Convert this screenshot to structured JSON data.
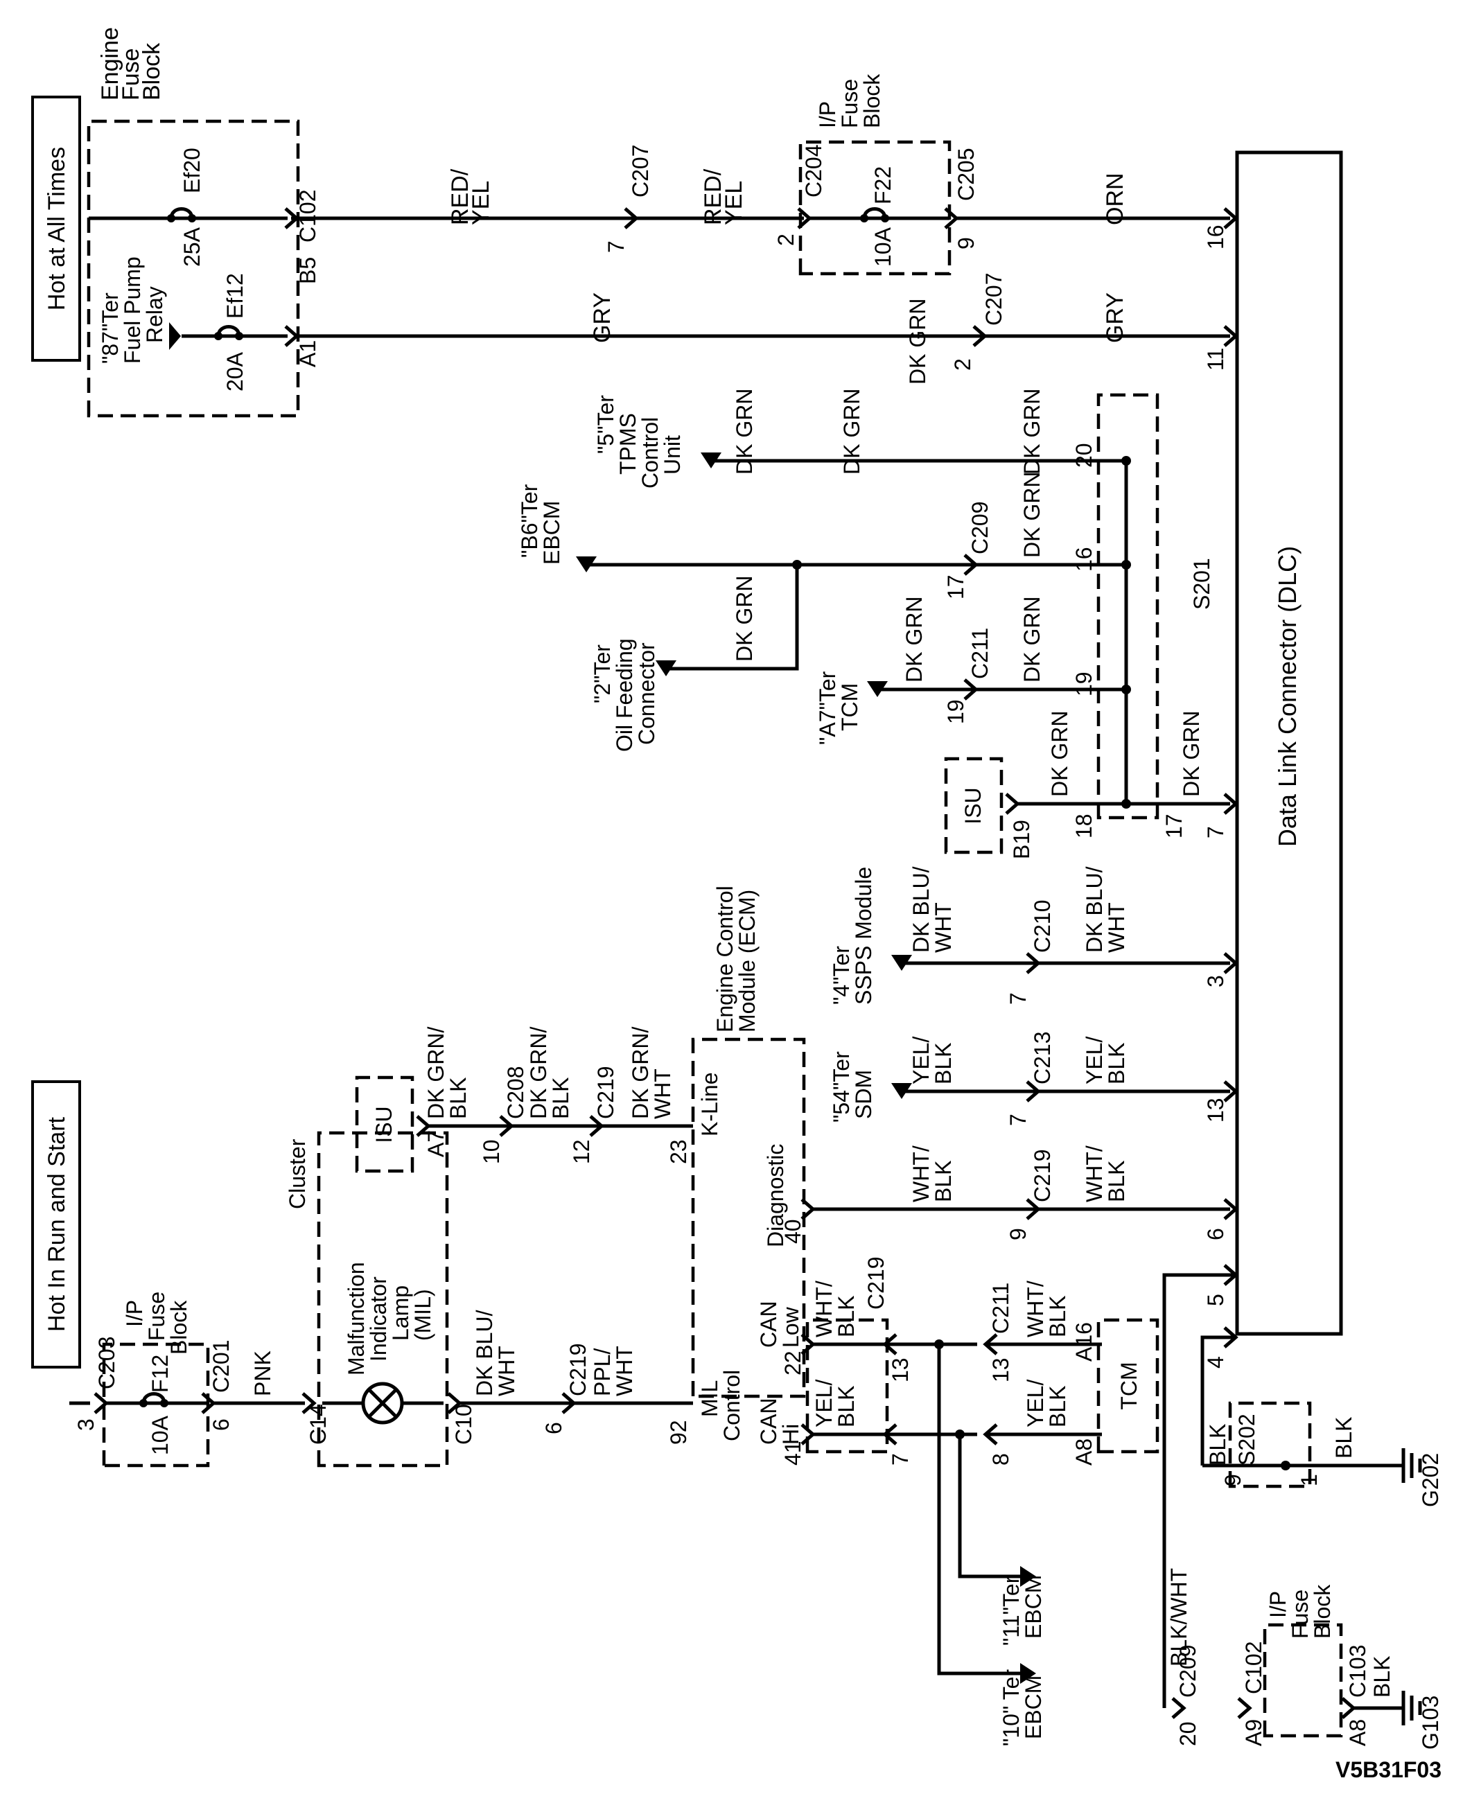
{
  "headers": {
    "hot_at_all_times": "Hot at All Times",
    "hot_in_run_and_start": "Hot In Run and Start"
  },
  "figure_id": "V5B31F03",
  "dlc": {
    "title": "Data Link Connector (DLC)"
  },
  "components": {
    "engine_fuse_block": [
      "Engine",
      "Fuse",
      "Block"
    ],
    "ip_fuse_block_top": [
      "I/P",
      "Fuse",
      "Block"
    ],
    "ip_fuse_block_left": [
      "I/P",
      "Fuse",
      "Block"
    ],
    "ip_fuse_block_bottom": [
      "I/P",
      "Fuse",
      "Block"
    ],
    "fuel_pump_relay": [
      "\"87\"Ter",
      "Fuel Pump",
      "Relay"
    ],
    "tpms": [
      "\"5\"Ter",
      "TPMS",
      "Control",
      "Unit"
    ],
    "ebcm_b6": [
      "\"B6\"Ter",
      "EBCM"
    ],
    "oil_feeding": [
      "\"2\"Ter",
      "Oil Feeding",
      "Connector"
    ],
    "tcm_a7": [
      "\"A7\"Ter",
      "TCM"
    ],
    "ssps": [
      "\"4\"Ter",
      "SSPS Module"
    ],
    "sdm": [
      "\"54\"Ter",
      "SDM"
    ],
    "ebcm_11": [
      "\"11\"Ter",
      "EBCM"
    ],
    "ebcm_10": [
      "\"10\" Ter",
      "EBCM"
    ],
    "ecm": [
      "Engine Control",
      "Module (ECM)"
    ],
    "cluster": "Cluster",
    "mil": [
      "Malfunction",
      "Indicator",
      "Lamp",
      "(MIL)"
    ],
    "isu": "ISU",
    "tcm": "TCM",
    "kline": "K-Line",
    "diagnostic": "Diagnostic",
    "mil_control": [
      "MIL",
      "Control"
    ],
    "can_low": [
      "CAN",
      "Low"
    ],
    "can_hi": [
      "CAN",
      "Hi"
    ]
  },
  "fuses": {
    "ef20": "Ef20",
    "ef20_rating": "25A",
    "ef12": "Ef12",
    "ef12_rating": "20A",
    "f22": "F22",
    "f22_rating": "10A",
    "f12": "F12",
    "f12_rating": "10A"
  },
  "connectors": {
    "c102": "C102",
    "c207": "C207",
    "c204": "C204",
    "c205": "C205",
    "c209": "C209",
    "c211": "C211",
    "c210": "C210",
    "c213": "C213",
    "c219": "C219",
    "c208": "C208",
    "c203": "C203",
    "c201": "C201",
    "c14": "C14",
    "c10": "C10",
    "c103": "C103",
    "s201": "S201",
    "s202": "S202",
    "g202": "G202",
    "g103": "G103"
  },
  "pins": {
    "b5": "B5",
    "a1": "A1",
    "p7": "7",
    "p2": "2",
    "p9": "9",
    "p16": "16",
    "p11": "11",
    "p20": "20",
    "p17": "17",
    "p19": "19",
    "p18": "18",
    "b19": "B19",
    "p3": "3",
    "p13": "13",
    "p6": "6",
    "p5": "5",
    "p4": "4",
    "a7": "A7",
    "p10": "10",
    "p12": "12",
    "p23": "23",
    "p40": "40",
    "p22": "22",
    "p41": "41",
    "p92": "92",
    "p8": "8",
    "a16": "A16",
    "a8": "A8",
    "p1": "1",
    "a9": "A9"
  },
  "wires": {
    "red_yel": [
      "RED/",
      "YEL"
    ],
    "orn": "ORN",
    "gry": "GRY",
    "dk_grn": "DK GRN",
    "dk_blu_wht": [
      "DK BLU/",
      "WHT"
    ],
    "yel_blk": [
      "YEL/",
      "BLK"
    ],
    "wht_blk": [
      "WHT/",
      "BLK"
    ],
    "dk_grn_blk": [
      "DK GRN/",
      "BLK"
    ],
    "dk_grn_wht": [
      "DK GRN/",
      "WHT"
    ],
    "ppl_wht": [
      "PPL/",
      "WHT"
    ],
    "pnk": "PNK",
    "blk": "BLK",
    "blk_wht": "BLK/WHT"
  }
}
